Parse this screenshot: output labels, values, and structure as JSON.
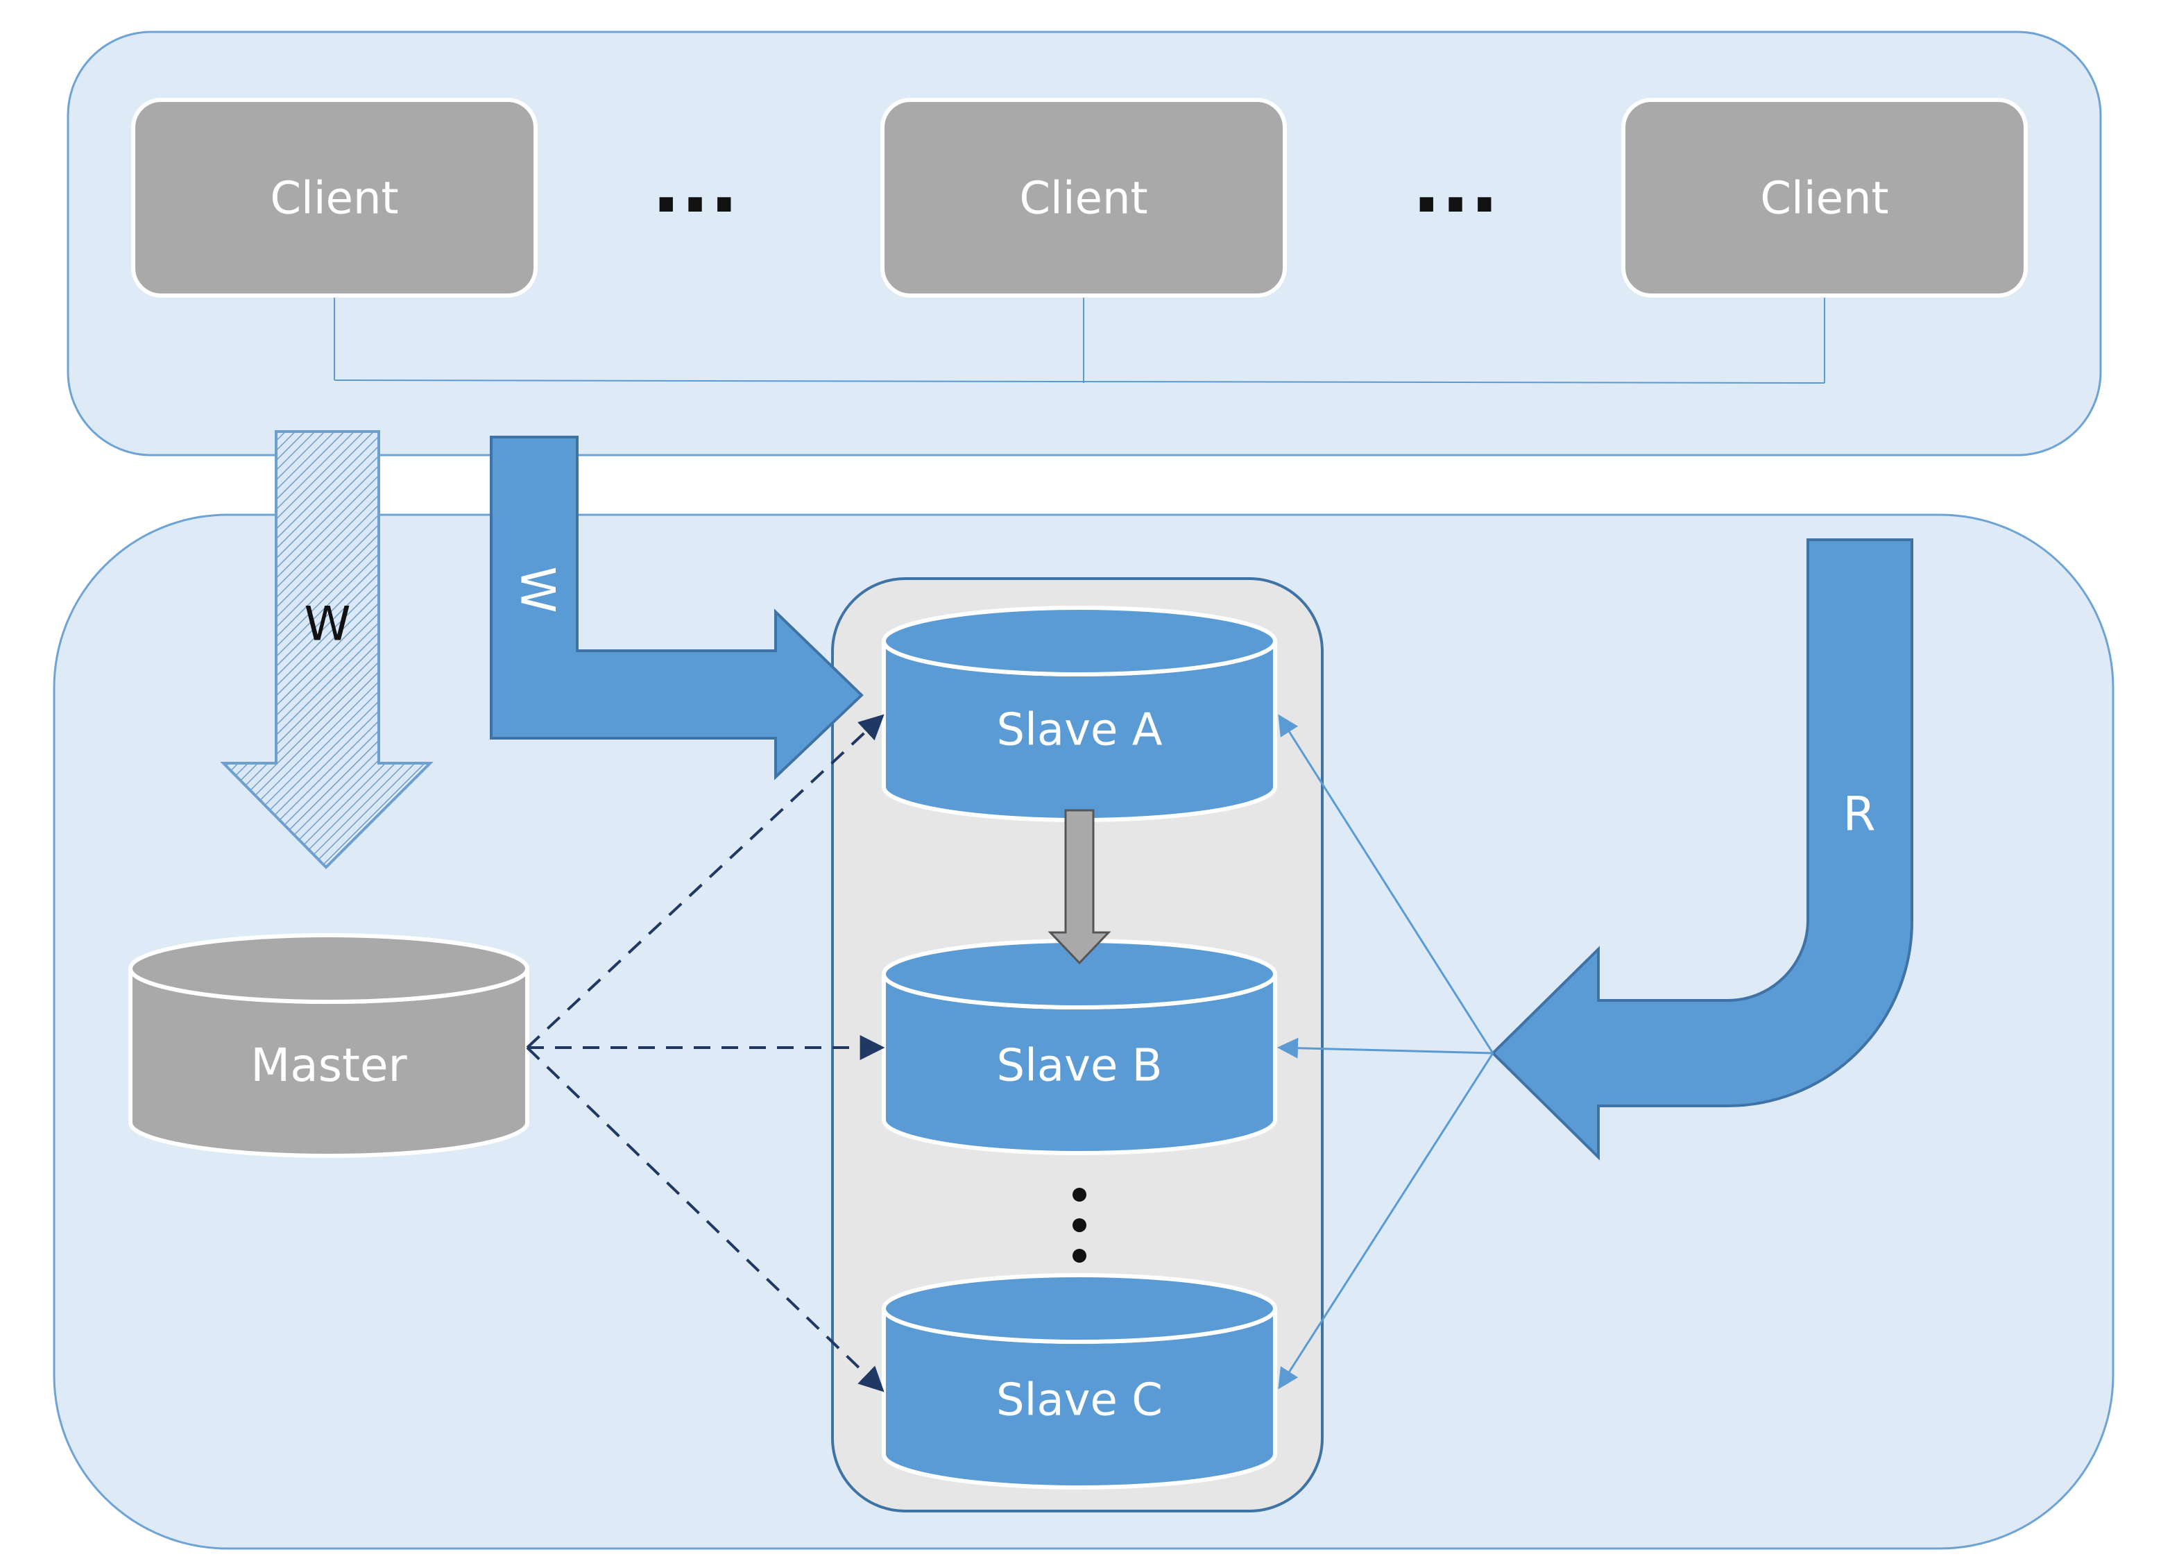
{
  "clients": {
    "items": [
      {
        "label": "Client"
      },
      {
        "label": "Client"
      },
      {
        "label": "Client"
      }
    ],
    "ellipsis_1": "...",
    "ellipsis_2": "..."
  },
  "server": {
    "master_label": "Master",
    "slaves": [
      {
        "label": "Slave A"
      },
      {
        "label": "Slave B"
      },
      {
        "label": "Slave C"
      }
    ],
    "slave_ellipsis": "⋮"
  },
  "arrows": {
    "write_to_master_label": "W",
    "write_to_slave_label": "W",
    "read_label": "R"
  },
  "colors": {
    "panel_fill": "#deeaf6",
    "panel_stroke": "#5b9bd5",
    "client_fill": "#a9a9a9",
    "slave_fill": "#5b9bd5",
    "master_fill": "#a9a9a9",
    "slave_group_fill": "#e6e6e6",
    "dashed_arrow": "#1f3864",
    "thin_arrow": "#5b9bd5"
  }
}
